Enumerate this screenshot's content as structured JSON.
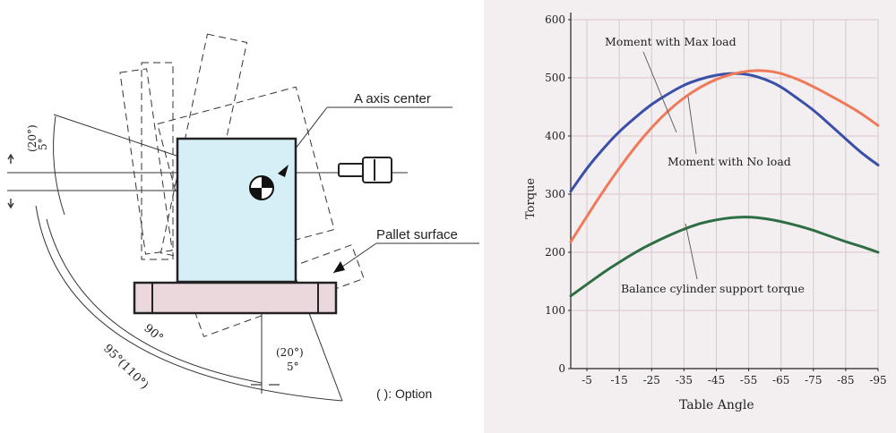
{
  "diagram": {
    "labels": {
      "axis_center": "A axis center",
      "pallet_surface": "Pallet surface",
      "option": "( ): Option",
      "angle_20_left": "(20°)",
      "angle_5_left": "5°",
      "angle_90": "90°",
      "angle_95": "95°(110°)",
      "angle_20_bottom": "(20°)",
      "angle_5_bottom": "5°"
    },
    "colors": {
      "block_fill": "#d6eef6",
      "pallet_fill": "#ead8dc",
      "line": "#333333"
    }
  },
  "chart_data": {
    "type": "line",
    "xlabel": "Table Angle",
    "ylabel": "Torque",
    "xticks": [
      "-5",
      "-15",
      "-25",
      "-35",
      "-45",
      "-55",
      "-65",
      "-75",
      "-85",
      "-95"
    ],
    "yticks": [
      "0",
      "100",
      "200",
      "300",
      "400",
      "500",
      "600"
    ],
    "xlim": [
      0,
      -95
    ],
    "ylim": [
      0,
      600
    ],
    "grid": true,
    "series": [
      {
        "name": "Moment with Max load",
        "color": "#3a4fa8",
        "x": [
          0,
          -5,
          -10,
          -15,
          -20,
          -25,
          -30,
          -35,
          -40,
          -45,
          -50,
          -55,
          -60,
          -65,
          -70,
          -75,
          -80,
          -85,
          -90,
          -95
        ],
        "y": [
          305,
          345,
          378,
          408,
          432,
          455,
          472,
          488,
          498,
          505,
          508,
          506,
          498,
          485,
          465,
          445,
          420,
          395,
          370,
          350
        ]
      },
      {
        "name": "Moment with No load",
        "color": "#ef7a5a",
        "x": [
          0,
          -5,
          -10,
          -15,
          -20,
          -25,
          -30,
          -35,
          -40,
          -45,
          -50,
          -55,
          -60,
          -65,
          -70,
          -75,
          -80,
          -85,
          -90,
          -95
        ],
        "y": [
          218,
          262,
          305,
          345,
          382,
          415,
          443,
          466,
          484,
          498,
          507,
          512,
          513,
          508,
          498,
          485,
          470,
          455,
          438,
          418
        ]
      },
      {
        "name": "Balance cylinder support torque",
        "color": "#2e6e45",
        "x": [
          0,
          -5,
          -10,
          -15,
          -20,
          -25,
          -30,
          -35,
          -40,
          -45,
          -50,
          -55,
          -60,
          -65,
          -70,
          -75,
          -80,
          -85,
          -90,
          -95
        ],
        "y": [
          125,
          145,
          165,
          183,
          200,
          215,
          228,
          240,
          250,
          256,
          260,
          261,
          258,
          253,
          246,
          238,
          228,
          218,
          210,
          200
        ]
      }
    ]
  }
}
